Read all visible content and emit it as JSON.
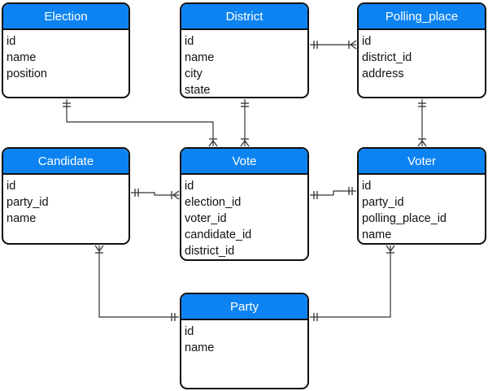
{
  "entities": {
    "election": {
      "title": "Election",
      "fields": [
        "id",
        "name",
        "position"
      ]
    },
    "district": {
      "title": "District",
      "fields": [
        "id",
        "name",
        "city",
        "state"
      ]
    },
    "polling_place": {
      "title": "Polling_place",
      "fields": [
        "id",
        "district_id",
        "address"
      ]
    },
    "candidate": {
      "title": "Candidate",
      "fields": [
        "id",
        "party_id",
        "name"
      ]
    },
    "vote": {
      "title": "Vote",
      "fields": [
        "id",
        "election_id",
        "voter_id",
        "candidate_id",
        "district_id"
      ]
    },
    "voter": {
      "title": "Voter",
      "fields": [
        "id",
        "party_id",
        "polling_place_id",
        "name"
      ]
    },
    "party": {
      "title": "Party",
      "fields": [
        "id",
        "name"
      ]
    }
  },
  "relationships": [
    {
      "from": "election",
      "to": "vote",
      "from_end": "one",
      "to_end": "many"
    },
    {
      "from": "district",
      "to": "vote",
      "from_end": "one",
      "to_end": "many"
    },
    {
      "from": "district",
      "to": "polling_place",
      "from_end": "one",
      "to_end": "many"
    },
    {
      "from": "polling_place",
      "to": "voter",
      "from_end": "one",
      "to_end": "many"
    },
    {
      "from": "candidate",
      "to": "vote",
      "from_end": "one",
      "to_end": "many"
    },
    {
      "from": "voter",
      "to": "vote",
      "from_end": "one",
      "to_end": "one"
    },
    {
      "from": "party",
      "to": "candidate",
      "from_end": "one",
      "to_end": "many"
    },
    {
      "from": "party",
      "to": "voter",
      "from_end": "one",
      "to_end": "many"
    }
  ],
  "colors": {
    "header": "#0d83f2",
    "border": "#111111",
    "line": "#333333"
  }
}
